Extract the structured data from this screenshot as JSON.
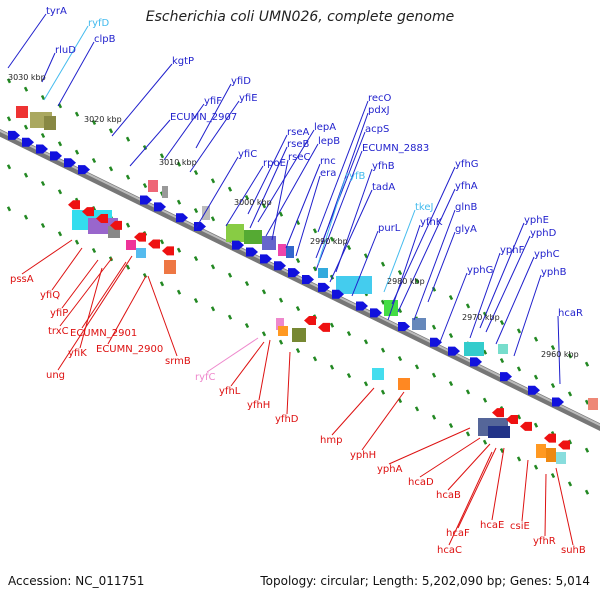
{
  "title": "Escherichia coli UMN026, complete genome",
  "footer": {
    "accession": "Accession: NC_011751",
    "summary": "Topology: circular; Length: 5,202,090 bp; Genes: 5,014"
  },
  "colors": {
    "forward_label": "#1f1fcc",
    "reverse_label": "#dd1111",
    "rna_label": "#44bbee",
    "pseudo_label": "#ee88cc",
    "backbone": "#777777",
    "tick": "#228822"
  },
  "scale_labels": [
    "3030 kbp",
    "3020 kbp",
    "3010 kbp",
    "3000 kbp",
    "2990 kbp",
    "2980 kbp",
    "2970 kbp",
    "2960 kbp"
  ],
  "forward_genes": [
    "tyrA",
    "ryfD",
    "clpB",
    "rluD",
    "kgtP",
    "yfiD",
    "yfiF",
    "yfiE",
    "ECUMN_2907",
    "yfiC",
    "rseA",
    "lepA",
    "rseB",
    "lepB",
    "rpoE",
    "rseC",
    "rnc",
    "era",
    "recO",
    "pdxJ",
    "acpS",
    "ECUMN_2883",
    "ryfB",
    "yfhB",
    "tadA",
    "purL",
    "tkeJ",
    "yfhG",
    "yfhA",
    "yfhK",
    "glnB",
    "glyA",
    "yphE",
    "yphD",
    "yphF",
    "yphC",
    "yphG",
    "yphB",
    "hcaR"
  ],
  "reverse_genes": [
    "pssA",
    "yfiQ",
    "yfiP",
    "trxC",
    "ECUMN_2901",
    "yfiK",
    "ECUMN_2900",
    "ung",
    "srmB",
    "ryfC",
    "yfhL",
    "yfhH",
    "yfhD",
    "hmp",
    "yphH",
    "yphA",
    "hcaD",
    "hcaB",
    "hcaF",
    "hcaC",
    "hcaE",
    "csiE",
    "yfhR",
    "suhB"
  ]
}
